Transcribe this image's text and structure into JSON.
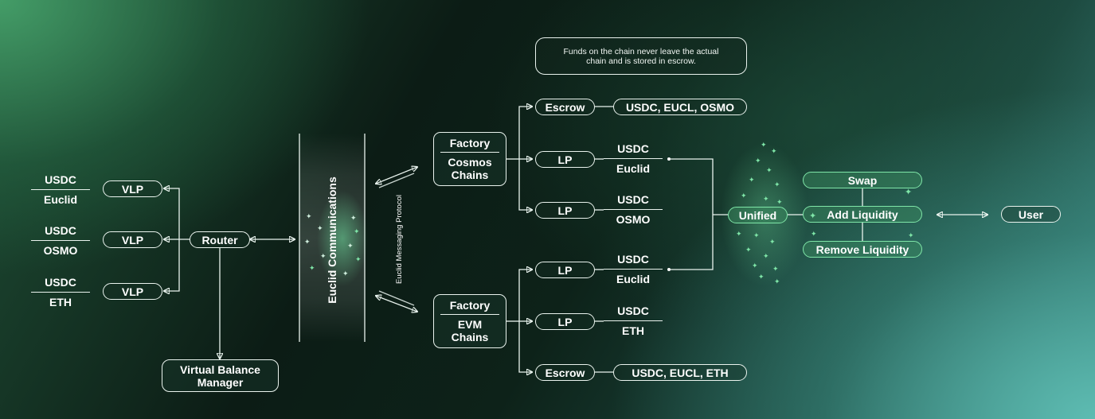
{
  "note": {
    "line1": "Funds on the chain never leave the actual",
    "line2": "chain and is stored in escrow."
  },
  "left_pairs": [
    {
      "top": "USDC",
      "bottom": "Euclid"
    },
    {
      "top": "USDC",
      "bottom": "OSMO"
    },
    {
      "top": "USDC",
      "bottom": "ETH"
    }
  ],
  "vlp_label": "VLP",
  "router_label": "Router",
  "vbm": {
    "line1": "Virtual Balance",
    "line2": "Manager"
  },
  "communications_label": "Euclid Communications",
  "protocol_label": "Euclid Messaging Protocol",
  "factory_cosmos": {
    "title": "Factory",
    "line1": "Cosmos",
    "line2": "Chains"
  },
  "factory_evm": {
    "title": "Factory",
    "line1": "EVM",
    "line2": "Chains"
  },
  "escrow_label": "Escrow",
  "lp_label": "LP",
  "escrow_cosmos_tokens": "USDC, EUCL, OSMO",
  "escrow_evm_tokens": "USDC, EUCL, ETH",
  "lp_pairs": [
    {
      "top": "USDC",
      "bottom": "Euclid"
    },
    {
      "top": "USDC",
      "bottom": "OSMO"
    },
    {
      "top": "USDC",
      "bottom": "Euclid"
    },
    {
      "top": "USDC",
      "bottom": "ETH"
    }
  ],
  "unified_label": "Unified",
  "actions": {
    "swap": "Swap",
    "add": "Add Liquidity",
    "remove": "Remove Liquidity"
  },
  "user_label": "User"
}
